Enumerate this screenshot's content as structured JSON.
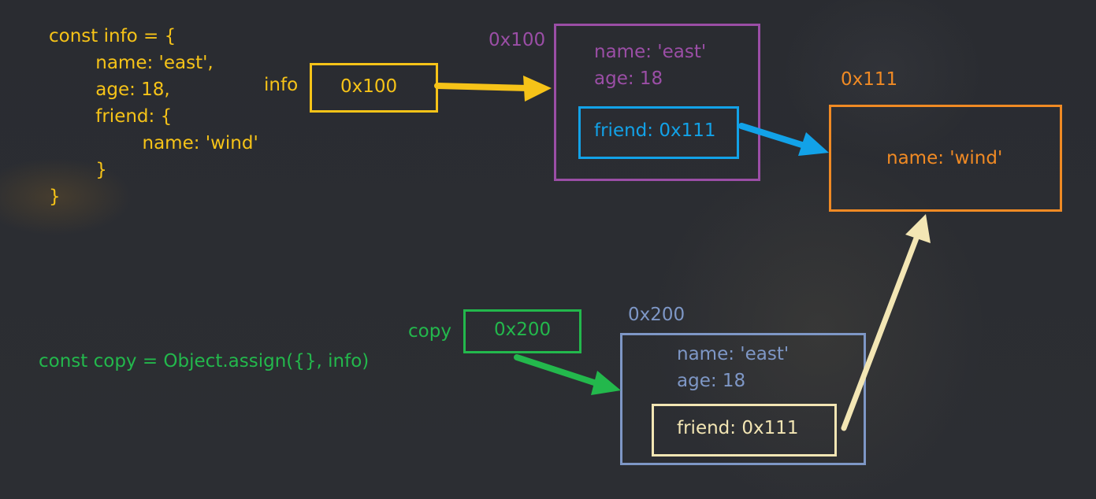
{
  "colors": {
    "background": "#2b2d31",
    "yellow": "#f6c318",
    "purple": "#9b4ea6",
    "blue": "#12a2e8",
    "orange": "#f08a24",
    "green": "#23b84c",
    "slate": "#7e97c6",
    "cream": "#f3e6b4"
  },
  "code_block": {
    "lines": [
      "const info = {",
      "    name: 'east',",
      "    age: 18,",
      "    friend: {",
      "        name: 'wind'",
      "    }",
      "}"
    ]
  },
  "info_var": {
    "label": "info",
    "value": "0x100"
  },
  "obj_0x100": {
    "address": "0x100",
    "name_line": "name: 'east'",
    "age_line": "age: 18",
    "friend_line": "friend: 0x111"
  },
  "obj_0x111": {
    "address": "0x111",
    "name_line": "name: 'wind'"
  },
  "copy_code": "const copy = Object.assign({}, info)",
  "copy_var": {
    "label": "copy",
    "value": "0x200"
  },
  "obj_0x200": {
    "address": "0x200",
    "name_line": "name: 'east'",
    "age_line": "age: 18",
    "friend_line": "friend: 0x111"
  }
}
